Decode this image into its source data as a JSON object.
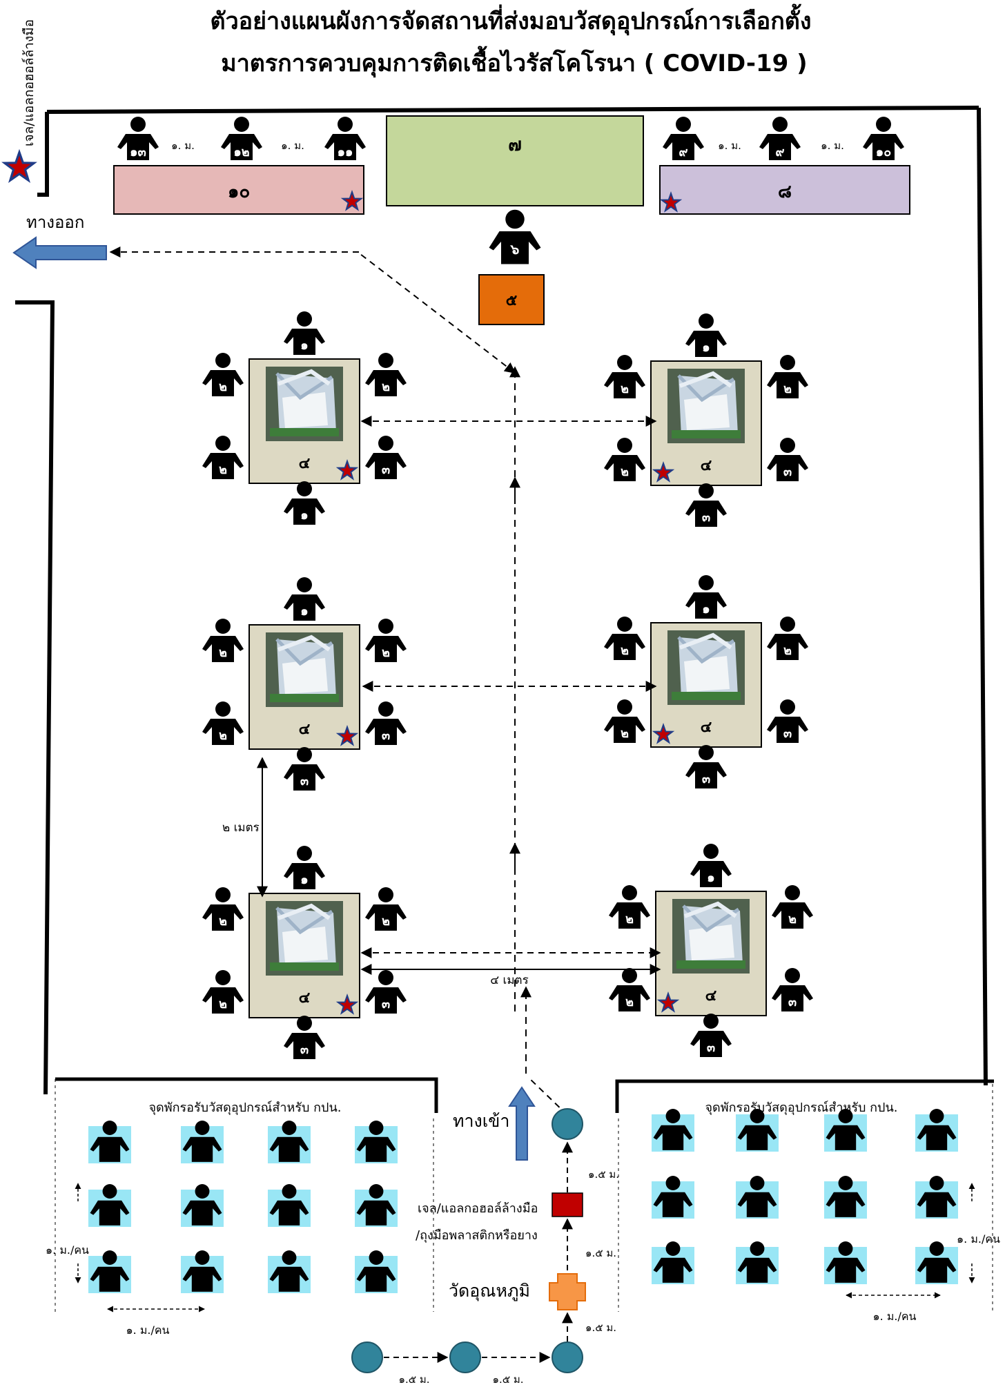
{
  "title": {
    "line1": "ตัวอย่างแผนผังการจัดสถานที่ส่งมอบวัสดุอุปกรณ์การเลือกตั้ง",
    "line2": "มาตรการควบคุมการติดเชื้อไวรัสโคโรนา ( COVID-19 )"
  },
  "labels": {
    "gel_vertical": "เจล/แอลกอฮอล์ล้างมือ",
    "exit": "ทางออก",
    "entrance": "ทางเข้า",
    "gel_station_line1": "เจล/แอลกอฮอล์ล้างมือ",
    "gel_station_line2": "/ถุงมือพลาสติกหรือยาง",
    "temperature": "วัดอุณหภูมิ",
    "waiting_area": "จุดพักรอรับวัสดุอุปกรณ์สำหรับ กปน.",
    "two_meters": "๒ เมตร",
    "four_meters": "๔ เมตร",
    "one_m": "๑. ม.",
    "one_m_per_person": "๑. ม./คน",
    "one_five_m": "๑.๕ ม."
  },
  "top_row": {
    "left_table": "๑๐",
    "center_table": "๗",
    "right_table": "๘",
    "left_people": [
      "๑๓",
      "๑๒",
      "๑๑"
    ],
    "right_people": [
      "๙",
      "๙",
      "๑๐"
    ],
    "supervisor": "๖",
    "desk": "๕"
  },
  "stations": [
    {
      "table": "๔",
      "top": "๑",
      "left_top": "๒",
      "left_bottom": "๒",
      "right_top": "๒",
      "right_bottom": "๓",
      "bottom": "๑"
    },
    {
      "table": "๔",
      "top": "๑",
      "left_top": "๒",
      "left_bottom": "๒",
      "right_top": "๒",
      "right_bottom": "๓",
      "bottom": "๓"
    },
    {
      "table": "๔",
      "top": "๑",
      "left_top": "๒",
      "left_bottom": "๒",
      "right_top": "๒",
      "right_bottom": "๓",
      "bottom": "๓"
    },
    {
      "table": "๔",
      "top": "๑",
      "left_top": "๒",
      "left_bottom": "๒",
      "right_top": "๒",
      "right_bottom": "๓",
      "bottom": "๓"
    },
    {
      "table": "๔",
      "top": "๑",
      "left_top": "๒",
      "left_bottom": "๒",
      "right_top": "๒",
      "right_bottom": "๓",
      "bottom": "๓"
    },
    {
      "table": "๔",
      "top": "๑",
      "left_top": "๒",
      "left_bottom": "๒",
      "right_top": "๒",
      "right_bottom": "๓",
      "bottom": "๓"
    }
  ],
  "colors": {
    "left_table": "#e6b8b7",
    "center_table": "#c4d79b",
    "right_table": "#ccc0da",
    "desk": "#e46c0a",
    "station_table": "#ddd9c3",
    "waiting_tile": "#99e6f5",
    "arrow_blue": "#4f81bd",
    "queue_dot": "#31849b",
    "gel_box": "#c00000",
    "temp_cross": "#f79646",
    "star": "#c00000"
  },
  "icons": [
    "person-icon",
    "star-icon",
    "ballot-box-icon",
    "exit-arrow-icon",
    "entrance-arrow-icon",
    "temperature-cross-icon"
  ]
}
